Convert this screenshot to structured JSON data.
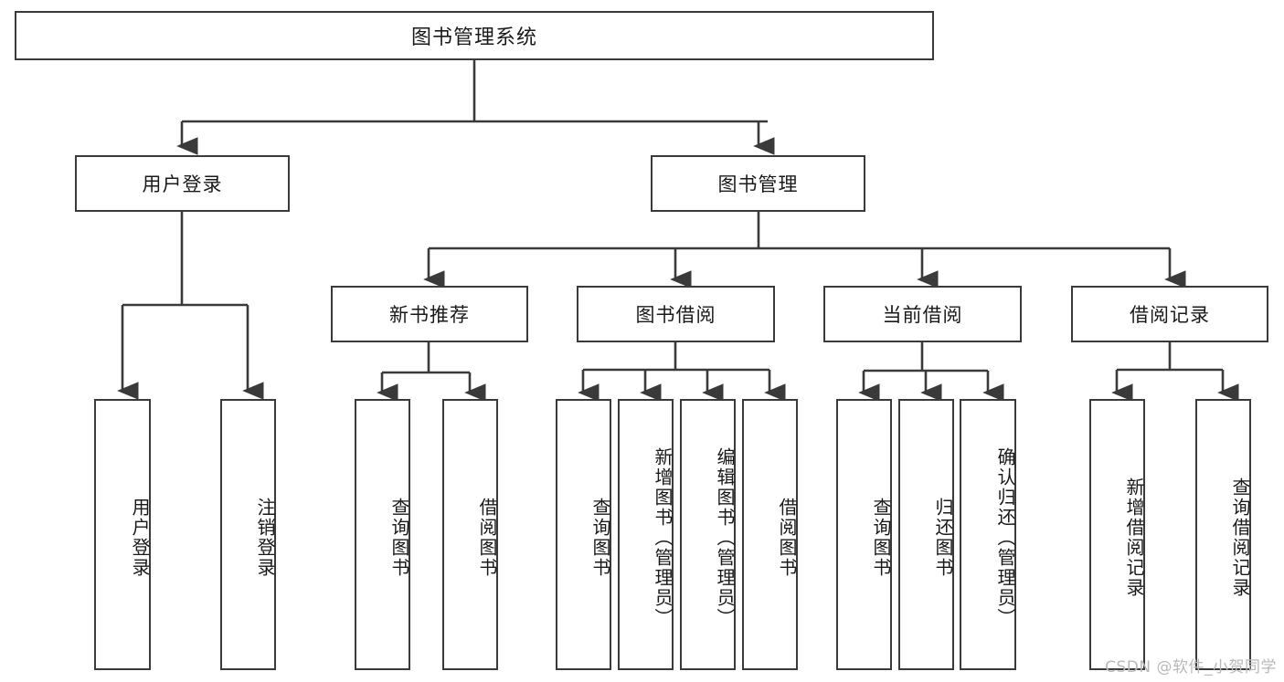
{
  "diagram": {
    "title": "图书管理系统",
    "type": "tree-hierarchy",
    "watermark": "CSDN @软件_小贺同学",
    "colors": {
      "box_border": "#3a3a3a",
      "box_fill": "#ffffff",
      "connector": "#3a3a3a",
      "text": "#1a1a1a",
      "watermark": "#b9b9b9"
    },
    "root": {
      "label": "图书管理系统"
    },
    "level2": [
      {
        "id": "user-login",
        "label": "用户登录"
      },
      {
        "id": "book-management",
        "label": "图书管理"
      }
    ],
    "level3": [
      {
        "id": "new-book-recommend",
        "label": "新书推荐"
      },
      {
        "id": "book-borrow",
        "label": "图书借阅"
      },
      {
        "id": "current-borrow",
        "label": "当前借阅"
      },
      {
        "id": "borrow-record",
        "label": "借阅记录"
      }
    ],
    "leaves": {
      "user_login": [
        {
          "id": "leaf-user-login",
          "label": "用户登录"
        },
        {
          "id": "leaf-logout-login",
          "label": "注销登录"
        }
      ],
      "new_book_recommend": [
        {
          "id": "leaf-query-book-1",
          "label": "查询图书"
        },
        {
          "id": "leaf-borrow-book-1",
          "label": "借阅图书"
        }
      ],
      "book_borrow": [
        {
          "id": "leaf-query-book-2",
          "label": "查询图书"
        },
        {
          "id": "leaf-add-book",
          "label": "新增图书（管理员）"
        },
        {
          "id": "leaf-edit-book",
          "label": "编辑图书（管理员）"
        },
        {
          "id": "leaf-borrow-book-2",
          "label": "借阅图书"
        }
      ],
      "current_borrow": [
        {
          "id": "leaf-query-book-3",
          "label": "查询图书"
        },
        {
          "id": "leaf-return-book",
          "label": "归还图书"
        },
        {
          "id": "leaf-confirm-return",
          "label": "确认归还（管理员）"
        }
      ],
      "borrow_record": [
        {
          "id": "leaf-add-record",
          "label": "新增借阅记录"
        },
        {
          "id": "leaf-query-record",
          "label": "查询借阅记录"
        }
      ]
    }
  }
}
